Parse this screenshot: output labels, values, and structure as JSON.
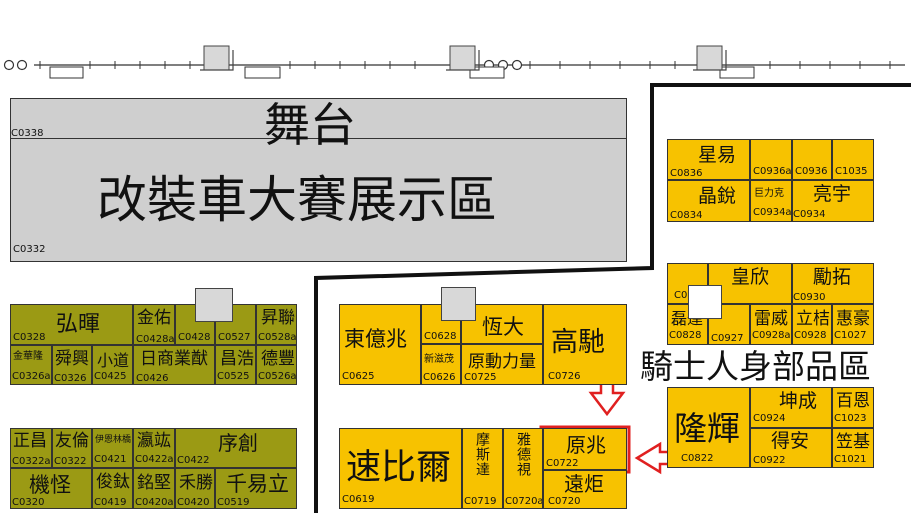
{
  "stage": {
    "title": "舞台",
    "subtitle": "改裝車大賽展示區",
    "code_top": "C0338",
    "code_bottom": "C0332"
  },
  "zone_label": "騎士人身部品區",
  "booths": {
    "C0328": {
      "name": "弘暉",
      "code": "C0328"
    },
    "C0428a": {
      "name": "金佑",
      "code": "C0428a"
    },
    "C0428": {
      "name": "",
      "code": "C0428"
    },
    "C0527": {
      "name": "",
      "code": "C0527"
    },
    "C0528a": {
      "name": "昇聯",
      "code": "C0528a"
    },
    "C0326a": {
      "name": "金華隆",
      "code": "C0326a"
    },
    "C0326": {
      "name": "舜興",
      "code": "C0326"
    },
    "C0425": {
      "name": "小道",
      "code": "C0425"
    },
    "C0426": {
      "name": "日商業猷",
      "code": "C0426"
    },
    "C0525": {
      "name": "昌浩",
      "code": "C0525"
    },
    "C0526a": {
      "name": "德豐",
      "code": "C0526a"
    },
    "C0322a": {
      "name": "正昌",
      "code": "C0322a"
    },
    "C0322": {
      "name": "友倫",
      "code": "C0322"
    },
    "C0421": {
      "name": "伊恩林橋",
      "code": "C0421"
    },
    "C0422a": {
      "name": "瀛竑",
      "code": "C0422a"
    },
    "C0422": {
      "name": "序創",
      "code": "C0422"
    },
    "C0320": {
      "name": "機怪",
      "code": "C0320"
    },
    "C0419": {
      "name": "俊鈦",
      "code": "C0419"
    },
    "C0420a": {
      "name": "銘堅",
      "code": "C0420a"
    },
    "C0420": {
      "name": "禾勝",
      "code": "C0420"
    },
    "C0519": {
      "name": "千易立",
      "code": "C0519"
    },
    "C0625": {
      "name": "東億兆",
      "code": "C0625"
    },
    "C0628": {
      "name": "",
      "code": "C0628"
    },
    "C0628b": {
      "name": "恆大",
      "code": ""
    },
    "C0626": {
      "name": "新滋茂",
      "code": "C0626"
    },
    "C0725": {
      "name": "原動力量",
      "code": "C0725"
    },
    "C0726": {
      "name": "高馳",
      "code": "C0726"
    },
    "C0619": {
      "name": "速比爾",
      "code": "C0619"
    },
    "C0719": {
      "name": "摩斯達",
      "code": "C0719"
    },
    "C0720a": {
      "name": "雅德視",
      "code": "C0720a"
    },
    "C0722": {
      "name": "原兆",
      "code": "C0722"
    },
    "C0720": {
      "name": "遠炬",
      "code": "C0720"
    },
    "C0836": {
      "name": "星易",
      "code": "C0836"
    },
    "C0936a": {
      "name": "",
      "code": "C0936a"
    },
    "C0936": {
      "name": "",
      "code": "C0936"
    },
    "C1035": {
      "name": "",
      "code": "C1035"
    },
    "C0834": {
      "name": "晶銳",
      "code": "C0834"
    },
    "C0934a": {
      "name": "巨力克",
      "code": "C0934a"
    },
    "C0934": {
      "name": "亮宇",
      "code": "C0934"
    },
    "C0830": {
      "name": "",
      "code": "C0830"
    },
    "C0830b": {
      "name": "皇欣",
      "code": ""
    },
    "C0930": {
      "name": "勵拓",
      "code": "C0930"
    },
    "C0828": {
      "name": "磊達",
      "code": "C0828"
    },
    "C0927": {
      "name": "",
      "code": "C0927"
    },
    "C0928a": {
      "name": "雷威",
      "code": "C0928a"
    },
    "C0928": {
      "name": "立桔",
      "code": "C0928"
    },
    "C1027": {
      "name": "惠豪",
      "code": "C1027"
    },
    "C0822": {
      "name": "隆輝",
      "code": "C0822"
    },
    "C0924": {
      "name": "坤成",
      "code": "C0924"
    },
    "C0922": {
      "name": "得安",
      "code": "C0922"
    },
    "C1023": {
      "name": "百恩",
      "code": "C1023"
    },
    "C1021": {
      "name": "笠基",
      "code": "C1021"
    }
  },
  "colors": {
    "gold": "#f7c200",
    "olive": "#9b9a14",
    "stage_grey": "#cfcfcf",
    "highlight_red": "#e02020"
  }
}
